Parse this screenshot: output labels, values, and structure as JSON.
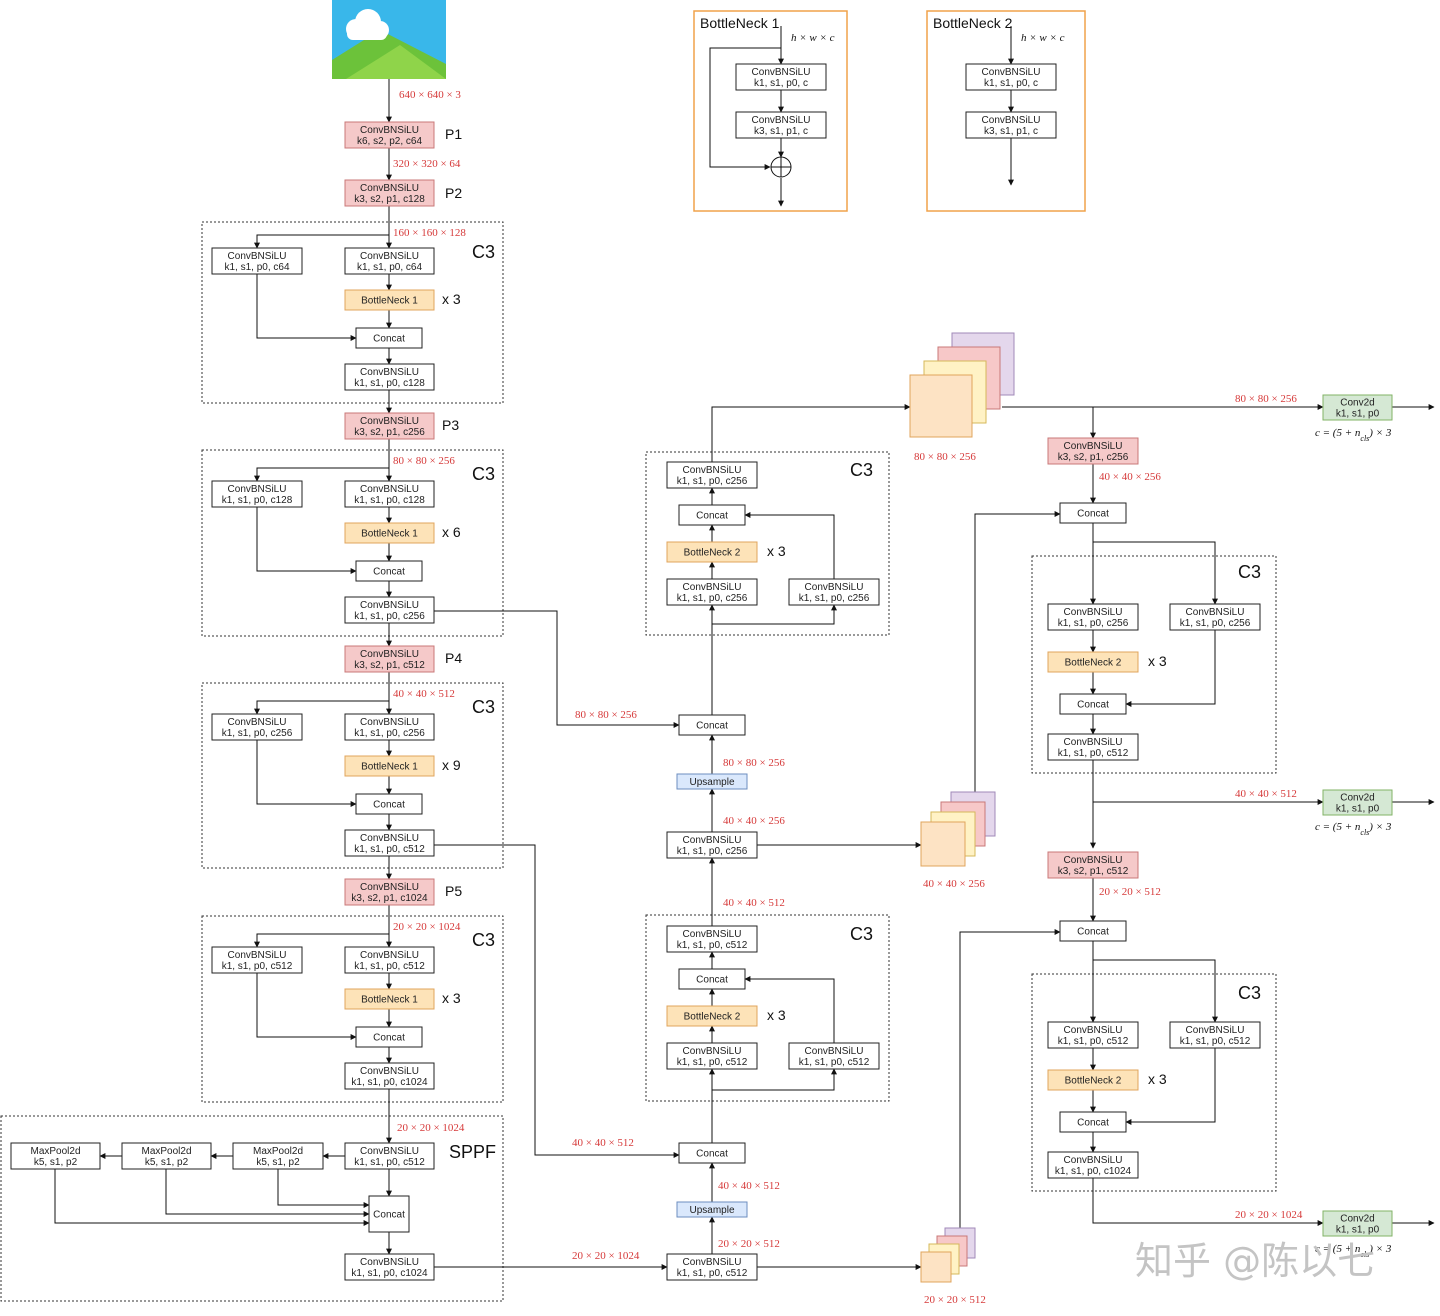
{
  "input_image": {
    "icon": "landscape-image-icon",
    "sky": "#39b7ea",
    "hill": "#8fd44a",
    "cloud": "#ffffff"
  },
  "colors": {
    "conv_red": "#f5c9c9",
    "conv_red_stroke": "#c97878",
    "bottleneck": "#fde3b8",
    "bottleneck_stroke": "#e0a45c",
    "upsample": "#dae8fc",
    "upsample_stroke": "#6c8ebf",
    "conv2d": "#d5e8d4",
    "conv2d_stroke": "#82b366",
    "legend_border": "#f0a24a",
    "dim": "#d63a3a"
  },
  "legend": {
    "bn1_title": "BottleNeck 1",
    "bn2_title": "BottleNeck 2",
    "hwc": "h × w × c",
    "bn1_conv1": [
      "ConvBNSiLU",
      "k1, s1, p0, c"
    ],
    "bn1_conv2": [
      "ConvBNSiLU",
      "k3, s1, p1, c"
    ],
    "bn2_conv1": [
      "ConvBNSiLU",
      "k1, s1, p0, c"
    ],
    "bn2_conv2": [
      "ConvBNSiLU",
      "k3, s1, p1, c"
    ]
  },
  "backbone": {
    "dim_input": "640 × 640 × 3",
    "p1": [
      "ConvBNSiLU",
      "k6, s2, p2, c64"
    ],
    "p1_label": "P1",
    "dim_p1": "320 × 320 × 64",
    "p2": [
      "ConvBNSiLU",
      "k3, s2, p1, c128"
    ],
    "p2_label": "P2",
    "dim_p2": "160 × 160 × 128",
    "c3a_title": "C3",
    "c3a_left": [
      "ConvBNSiLU",
      "k1, s1, p0, c64"
    ],
    "c3a_right": [
      "ConvBNSiLU",
      "k1, s1, p0, c64"
    ],
    "c3a_bn": "BottleNeck 1",
    "c3a_rep": "x 3",
    "c3a_concat": "Concat",
    "c3a_out": [
      "ConvBNSiLU",
      "k1, s1, p0, c128"
    ],
    "p3": [
      "ConvBNSiLU",
      "k3, s2, p1, c256"
    ],
    "p3_label": "P3",
    "dim_p3": "80 × 80 × 256",
    "c3b_title": "C3",
    "c3b_left": [
      "ConvBNSiLU",
      "k1, s1, p0, c128"
    ],
    "c3b_right": [
      "ConvBNSiLU",
      "k1, s1, p0, c128"
    ],
    "c3b_bn": "BottleNeck 1",
    "c3b_rep": "x 6",
    "c3b_concat": "Concat",
    "c3b_out": [
      "ConvBNSiLU",
      "k1, s1, p0, c256"
    ],
    "p4": [
      "ConvBNSiLU",
      "k3, s2, p1, c512"
    ],
    "p4_label": "P4",
    "dim_p4": "40 × 40 × 512",
    "c3c_title": "C3",
    "c3c_left": [
      "ConvBNSiLU",
      "k1, s1, p0, c256"
    ],
    "c3c_right": [
      "ConvBNSiLU",
      "k1, s1, p0, c256"
    ],
    "c3c_bn": "BottleNeck 1",
    "c3c_rep": "x 9",
    "c3c_concat": "Concat",
    "c3c_out": [
      "ConvBNSiLU",
      "k1, s1, p0, c512"
    ],
    "p5": [
      "ConvBNSiLU",
      "k3, s2, p1, c1024"
    ],
    "p5_label": "P5",
    "dim_p5": "20 × 20 × 1024",
    "c3d_title": "C3",
    "c3d_left": [
      "ConvBNSiLU",
      "k1, s1, p0, c512"
    ],
    "c3d_right": [
      "ConvBNSiLU",
      "k1, s1, p0, c512"
    ],
    "c3d_bn": "BottleNeck 1",
    "c3d_rep": "x 3",
    "c3d_concat": "Concat",
    "c3d_out": [
      "ConvBNSiLU",
      "k1, s1, p0, c1024"
    ],
    "dim_c3d": "20 × 20 × 1024",
    "sppf_title": "SPPF",
    "sppf_conv": [
      "ConvBNSiLU",
      "k1, s1, p0, c512"
    ],
    "sppf_mp1": [
      "MaxPool2d",
      "k5, s1, p2"
    ],
    "sppf_mp2": [
      "MaxPool2d",
      "k5, s1, p2"
    ],
    "sppf_mp3": [
      "MaxPool2d",
      "k5, s1, p2"
    ],
    "sppf_concat": "Concat",
    "sppf_out": [
      "ConvBNSiLU",
      "k1, s1, p0, c1024"
    ]
  },
  "neck": {
    "dim_sppf_out": "20 × 20 × 1024",
    "conv_512": [
      "ConvBNSiLU",
      "k1, s1, p0, c512"
    ],
    "dim_20_512": "20 × 20 × 512",
    "upsample1": "Upsample",
    "dim_40_512_up": "40 × 40 × 512",
    "concat1": "Concat",
    "dim_40_512_in": "40 × 40 × 512",
    "c3e_title": "C3",
    "c3e_left": [
      "ConvBNSiLU",
      "k1, s1, p0, c512"
    ],
    "c3e_right": [
      "ConvBNSiLU",
      "k1, s1, p0, c512"
    ],
    "c3e_bn": "BottleNeck 2",
    "c3e_rep": "x 3",
    "c3e_concat": "Concat",
    "c3e_out": [
      "ConvBNSiLU",
      "k1, s1, p0, c512"
    ],
    "dim_40_512_b": "40 × 40 × 512",
    "conv_256": [
      "ConvBNSiLU",
      "k1, s1, p0, c256"
    ],
    "dim_40_256": "40 × 40 × 256",
    "upsample2": "Upsample",
    "dim_80_256_up": "80 × 80 × 256",
    "concat2": "Concat",
    "dim_80_256_in": "80 × 80 × 256",
    "c3f_title": "C3",
    "c3f_left": [
      "ConvBNSiLU",
      "k1, s1, p0, c256"
    ],
    "c3f_right": [
      "ConvBNSiLU",
      "k1, s1, p0, c256"
    ],
    "c3f_bn": "BottleNeck 2",
    "c3f_rep": "x 3",
    "c3f_concat": "Concat",
    "c3f_out": [
      "ConvBNSiLU",
      "k1, s1, p0, c256"
    ]
  },
  "head": {
    "fm80_label": "80 × 80 × 256",
    "fm40_label": "40 × 40 × 256",
    "fm20_label": "20 × 20 × 512",
    "dim_out80": "80 × 80 × 256",
    "conv2d_80": [
      "Conv2d",
      "k1, s1, p0"
    ],
    "formula": "c = (5 + n",
    "formula_sub": "cls",
    "formula_tail": ") × 3",
    "down1": [
      "ConvBNSiLU",
      "k3, s2, p1, c256"
    ],
    "dim_down1": "40 × 40 × 256",
    "concat3": "Concat",
    "c3g_title": "C3",
    "c3g_left": [
      "ConvBNSiLU",
      "k1, s1, p0, c256"
    ],
    "c3g_right": [
      "ConvBNSiLU",
      "k1, s1, p0, c256"
    ],
    "c3g_bn": "BottleNeck 2",
    "c3g_rep": "x 3",
    "c3g_concat": "Concat",
    "c3g_out": [
      "ConvBNSiLU",
      "k1, s1, p0, c512"
    ],
    "dim_out40": "40 × 40 × 512",
    "conv2d_40": [
      "Conv2d",
      "k1, s1, p0"
    ],
    "down2": [
      "ConvBNSiLU",
      "k3, s2, p1, c512"
    ],
    "dim_down2": "20 × 20 × 512",
    "concat4": "Concat",
    "c3h_title": "C3",
    "c3h_left": [
      "ConvBNSiLU",
      "k1, s1, p0, c512"
    ],
    "c3h_right": [
      "ConvBNSiLU",
      "k1, s1, p0, c512"
    ],
    "c3h_bn": "BottleNeck 2",
    "c3h_rep": "x 3",
    "c3h_concat": "Concat",
    "c3h_out": [
      "ConvBNSiLU",
      "k1, s1, p0, c1024"
    ],
    "dim_out20": "20 × 20 × 1024",
    "conv2d_20": [
      "Conv2d",
      "k1, s1, p0"
    ]
  },
  "watermark": "知乎 @陈以七"
}
